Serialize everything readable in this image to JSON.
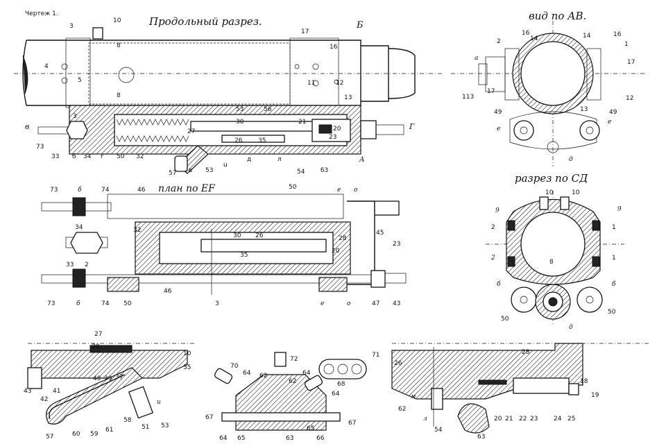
{
  "sheet_label": "Чертеж 1.",
  "views": {
    "longitudinal": {
      "title": "Продольный разрез.",
      "section_mark_left": "в",
      "section_mark_right": "Г",
      "view_mark_right": "Б",
      "view_mark_bottom_right": "А",
      "labels": [
        "3",
        "10",
        "8",
        "17",
        "16",
        "4",
        "5",
        "11",
        "12",
        "8",
        "13",
        "53",
        "56",
        "27",
        "30",
        "21",
        "20",
        "26",
        "35",
        "23",
        "73",
        "33",
        "б",
        "34",
        "г",
        "50",
        "32",
        "57",
        "в",
        "53",
        "u",
        "д",
        "54",
        "л",
        "б3",
        "3"
      ]
    },
    "plan": {
      "title": "план по ЕF",
      "labels": [
        "73",
        "б",
        "74",
        "46",
        "50",
        "е",
        "о",
        "34",
        "32",
        "30",
        "26",
        "28",
        "45",
        "33",
        "2",
        "35",
        "20",
        "23",
        "73",
        "б",
        "74",
        "50",
        "46",
        "е",
        "о",
        "47",
        "43",
        "3"
      ]
    },
    "view_ab": {
      "title": "вид по АВ.",
      "labels": [
        "2",
        "16",
        "14",
        "14",
        "16",
        "1",
        "17",
        "12",
        "113",
        "17",
        "13",
        "49",
        "49",
        "е",
        "е",
        "д",
        "а"
      ]
    },
    "section_cd": {
      "title": "разрез по СД",
      "labels": [
        "10",
        "10",
        "9",
        "9",
        "2",
        "1",
        "2",
        "1",
        "8",
        "б",
        "б",
        "50",
        "50",
        "д"
      ]
    },
    "detail_left": {
      "labels": [
        "27",
        "38",
        "10",
        "35",
        "43",
        "42",
        "41",
        "40",
        "39",
        "37",
        "57",
        "60",
        "59",
        "61",
        "58",
        "51",
        "u",
        "53"
      ]
    },
    "detail_mid": {
      "labels": [
        "72",
        "71",
        "70",
        "64",
        "62",
        "62",
        "64",
        "68",
        "67",
        "64",
        "65",
        "63",
        "65",
        "66",
        "67",
        "64"
      ]
    },
    "detail_right": {
      "labels": [
        "26",
        "18",
        "19",
        "28",
        "62",
        "м",
        "л",
        "54",
        "63",
        "20",
        "21",
        "22",
        "23",
        "24",
        "25"
      ]
    }
  }
}
